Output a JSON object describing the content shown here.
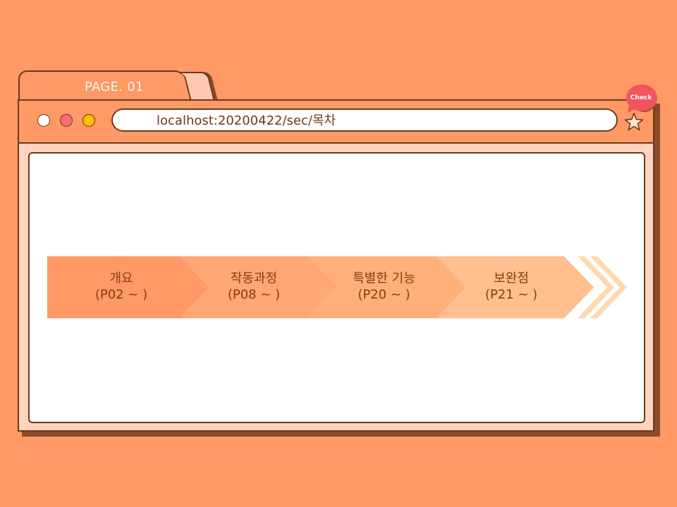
{
  "tab": {
    "title": "PAGE. 01"
  },
  "address_bar": {
    "url": "localhost:20200422/sec/목차"
  },
  "check_badge": {
    "label": "Check"
  },
  "window_controls": [
    "close-dot",
    "minimize-dot",
    "maximize-dot"
  ],
  "toc": {
    "steps": [
      {
        "title": "개요",
        "pages": "(P02 ~ )"
      },
      {
        "title": "작동과정",
        "pages": "(P08 ~ )"
      },
      {
        "title": "특별한 기능",
        "pages": "(P20 ~ )"
      },
      {
        "title": "보완점",
        "pages": "(P21 ~ )"
      }
    ]
  },
  "colors": {
    "background": "#FF9966",
    "outline": "#6B3A1A",
    "step1": "#FF9966",
    "step2": "#FFA775",
    "step3": "#FFB07A",
    "step4": "#FFBF8F",
    "chevrons": "#FFD8B0",
    "check": "#F2545B"
  }
}
